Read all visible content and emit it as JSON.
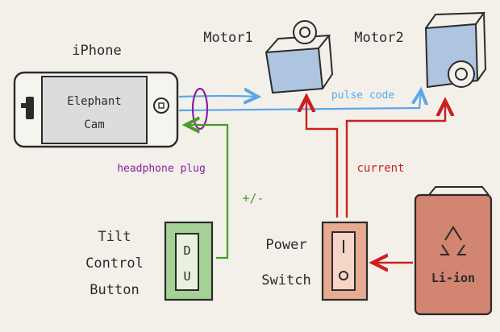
{
  "labels": {
    "iphone": "iPhone",
    "screen_line1": "Elephant",
    "screen_line2": "Cam",
    "motor1": "Motor1",
    "motor2": "Motor2",
    "pulse_code": "pulse code",
    "current": "current",
    "headphone_plug": "headphone plug",
    "plus_minus": "+/-",
    "tilt_line1": "Tilt",
    "tilt_line2": "Control",
    "tilt_line3": "Button",
    "power_line1": "Power",
    "power_line2": "Switch",
    "battery": "Li-ion",
    "switch_top": "D",
    "switch_bottom": "U"
  },
  "colors": {
    "ink": "#2b2b2b",
    "pulse": "#5aa8e8",
    "current": "#cc1f1f",
    "plus_minus": "#4a9a2a",
    "headphone": "#8a1fa0",
    "tilt_fill": "#8bc77a",
    "power_fill": "#e39a7a",
    "battery_fill": "#c8664e",
    "motor_fill": "#7ea8d8",
    "screen_fill": "#dcdcdc"
  },
  "icons": {
    "home_button": "circle-button-icon",
    "camera": "camera-icon",
    "recycle": "recycle-icon"
  }
}
